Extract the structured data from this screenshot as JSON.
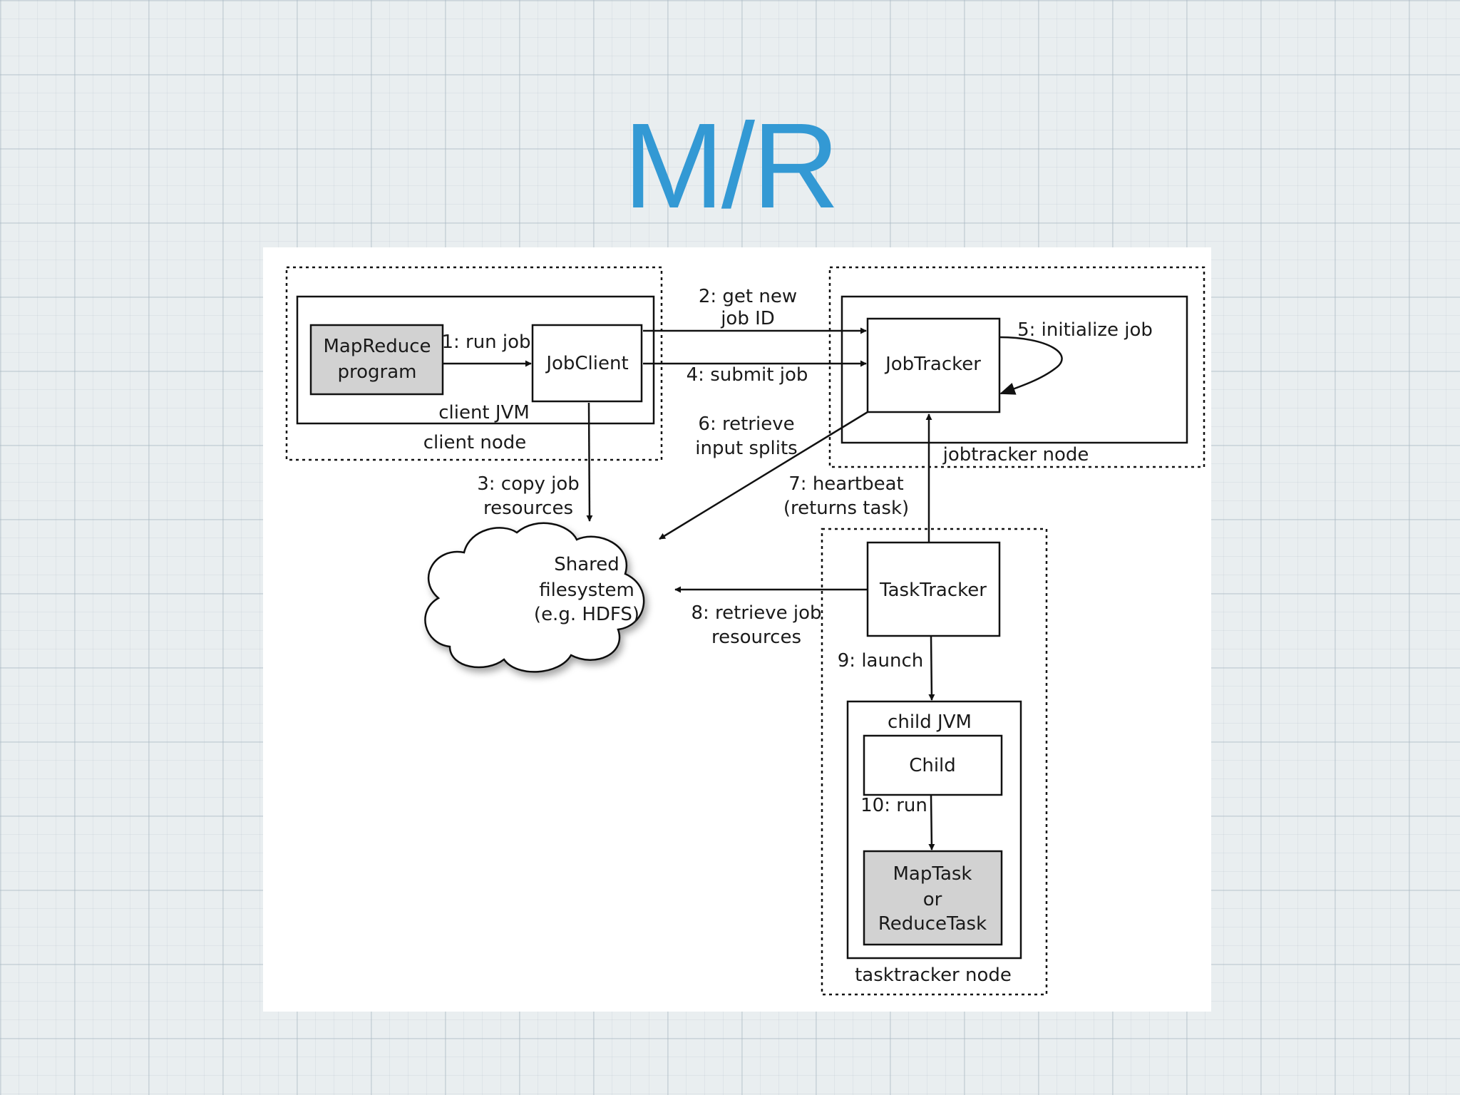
{
  "slide": {
    "title": "M/R"
  },
  "diagram": {
    "nodes": {
      "client_node": "client node",
      "client_jvm": "client JVM",
      "mapreduce_program": [
        "MapReduce",
        "program"
      ],
      "jobclient": "JobClient",
      "jobtracker_node": "jobtracker node",
      "jobtracker": "JobTracker",
      "shared_fs": [
        "Shared",
        "filesystem",
        "(e.g. HDFS)"
      ],
      "tasktracker_node": "tasktracker node",
      "tasktracker": "TaskTracker",
      "child_jvm": "child JVM",
      "child": "Child",
      "task": [
        "MapTask",
        "or",
        "ReduceTask"
      ]
    },
    "edges": {
      "run_job": "1: run job",
      "get_new_job_id": [
        "2: get new",
        "job ID"
      ],
      "copy_job_resources": [
        "3: copy job",
        "resources"
      ],
      "submit_job": "4: submit job",
      "initialize_job": "5: initialize job",
      "retrieve_input_splits": [
        "6: retrieve",
        "input splits"
      ],
      "heartbeat": [
        "7: heartbeat",
        "(returns task)"
      ],
      "retrieve_job_resources": [
        "8: retrieve job",
        "resources"
      ],
      "launch": "9: launch",
      "run": "10: run"
    }
  }
}
